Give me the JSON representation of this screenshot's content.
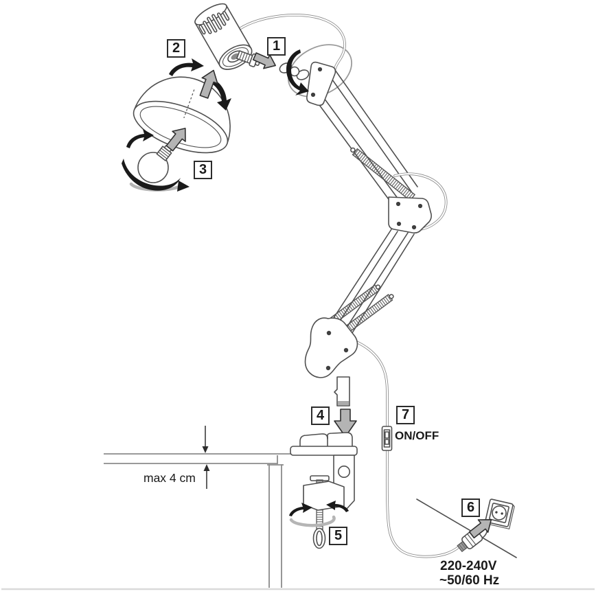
{
  "steps": [
    {
      "number": "1"
    },
    {
      "number": "2"
    },
    {
      "number": "3"
    },
    {
      "number": "4"
    },
    {
      "number": "5"
    },
    {
      "number": "6"
    },
    {
      "number": "7"
    }
  ],
  "labels": {
    "max_height": "max 4 cm",
    "power_switch": "ON/OFF",
    "voltage": "220-240V",
    "frequency": "~50/60 Hz"
  },
  "parts": [
    "socket-housing",
    "lamp-shade",
    "light-bulb",
    "wing-nut",
    "spring-arm",
    "elbow-joint",
    "pivot-body",
    "table-clamp",
    "clamp-screw",
    "table",
    "power-cord",
    "on-off-switch",
    "power-plug",
    "wall-outlet"
  ],
  "colors": {
    "background": "#ffffff",
    "line": "#4f4f4f",
    "cord": "#8a8a8a",
    "arrowfill": "#b4b4b4",
    "arrowline": "#2e2e2e",
    "rotation": "#1a1a1a",
    "text": "#1a1a1a"
  }
}
